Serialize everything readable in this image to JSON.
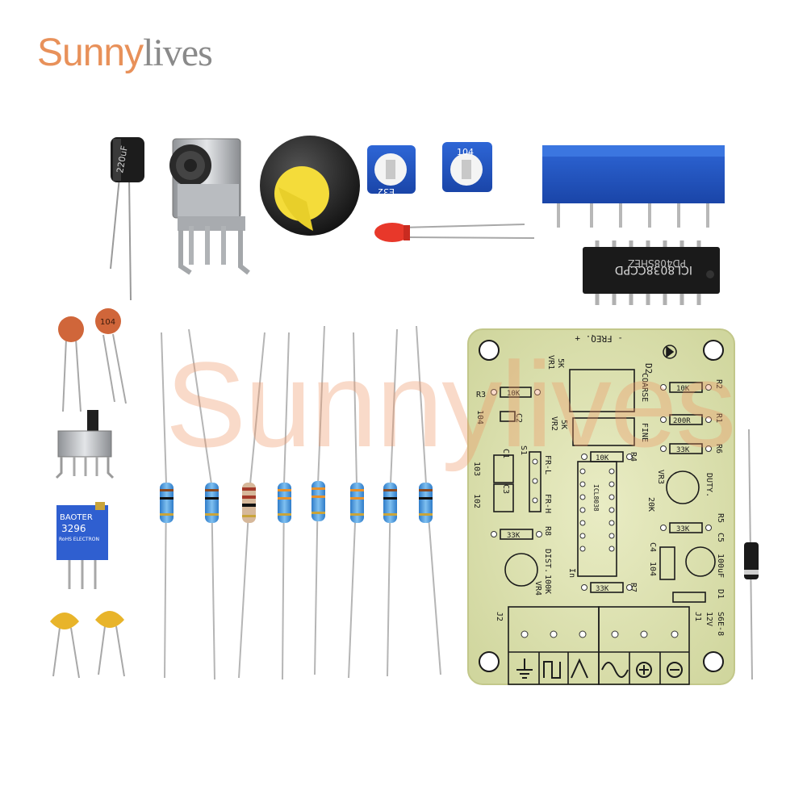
{
  "brand": {
    "part1": "Sunny",
    "part2": "lives",
    "accent": "#e8915a",
    "secondary": "#8a8a8a"
  },
  "watermark": "Sunnylives",
  "components": {
    "electrolytic_cap": "220uF",
    "trimmer1": "E32",
    "trimmer2": "104",
    "ceramic_cap": "104",
    "multiturn_pot_brand": "BAOTER",
    "multiturn_pot_model": "3296",
    "multiturn_pot_line2": "RoHS ELECTRON",
    "ic_label": "ICL8038CCPD",
    "ic_code": "PD408SHEZ"
  },
  "pcb": {
    "freq": "- FREQ. +",
    "d2": "D2",
    "vr1": "VR1",
    "vr1_val": "5K",
    "coarse": "COARSE",
    "fine": "FINE",
    "vr2": "VR2",
    "vr2_val": "5K",
    "r3": "R3",
    "r3_val": "10K",
    "c2": "C2",
    "c2_val": "104",
    "r2": "R2",
    "r2_val": "10K",
    "r1": "R1",
    "r1_val": "200R",
    "r6": "R6",
    "r6_val": "33K",
    "s1": "S1",
    "c1": "C1",
    "c1_val": "103",
    "fr_l": "FR-L",
    "fr_h": "FR-H",
    "c3": "C3",
    "c3_val": "102",
    "r4": "R4",
    "r4_val": "10K",
    "ic_silk": "ICL8038",
    "vr3": "VR3",
    "vr3_val": "20K",
    "duty": "DUTY.",
    "r5": "R5",
    "r5_val": "33K",
    "c5": "C5",
    "c5_val": "100uF",
    "r8": "R8",
    "r8_val": "33K",
    "dist": "DIST.",
    "vr4": "VR4",
    "vr4_val": "100K",
    "c4": "C4",
    "c4_val": "104",
    "d1": "D1",
    "r7": "R7",
    "r7_val": "33K",
    "in": "In",
    "j2": "J2",
    "j1": "J1",
    "j1_val": "12V",
    "s6e": "S6E-8"
  }
}
